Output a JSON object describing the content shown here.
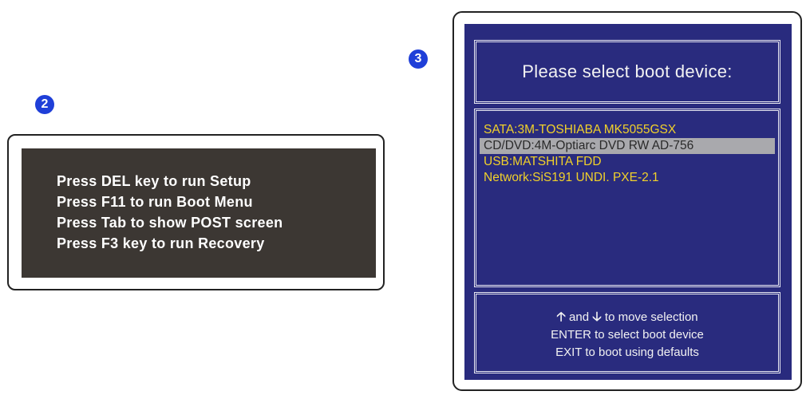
{
  "badges": {
    "left": "2",
    "right": "3"
  },
  "post_screen": {
    "lines": [
      "Press DEL key to run Setup",
      "Press F11 to run Boot Menu",
      "Press Tab to show POST screen",
      "Press F3 key to run Recovery"
    ]
  },
  "boot_menu": {
    "title": "Please select boot device:",
    "devices": [
      "SATA:3M-TOSHIABA MK5055GSX",
      "CD/DVD:4M-Optiarc DVD RW AD-756",
      "USB:MATSHITA FDD",
      "Network:SiS191 UNDI. PXE-2.1"
    ],
    "selected_index": 1,
    "help": {
      "up_arrow_icon": "up-arrow-icon",
      "down_arrow_icon": "down-arrow-icon",
      "line1_and": "and",
      "line1_tail": "to move selection",
      "line2": "ENTER to select boot device",
      "line3": "EXIT to boot using defaults"
    }
  },
  "colors": {
    "badge": "#1f3fd8",
    "post_bg": "#3c3733",
    "boot_bg": "#292b7e",
    "device_text": "#f1d12a",
    "selected_bg": "#a9a9ad"
  }
}
